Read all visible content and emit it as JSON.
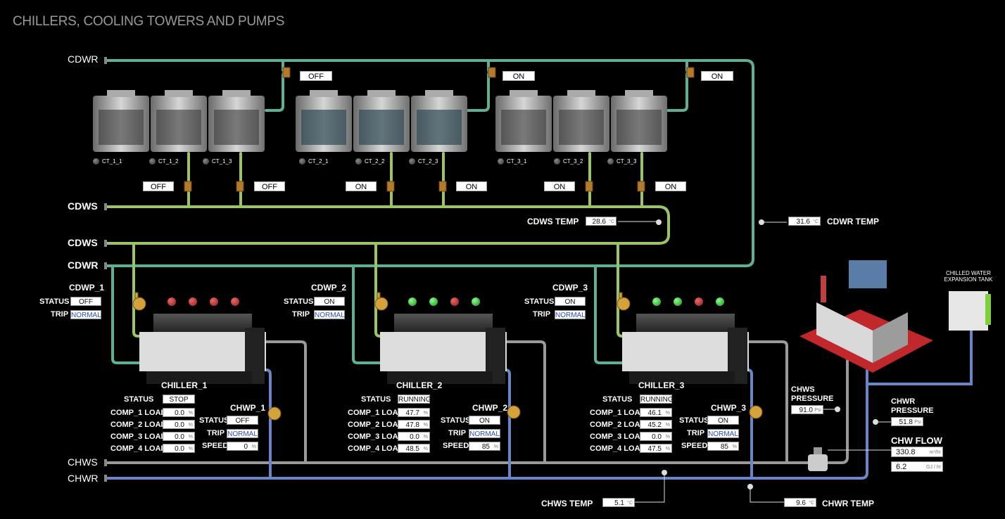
{
  "title": "CHILLERS, COOLING TOWERS AND PUMPS",
  "pipes": {
    "cdwr_top": "CDWR",
    "cdws_1": "CDWS",
    "cdws_2": "CDWS",
    "cdwr_mid": "CDWR",
    "chws": "CHWS",
    "chwr": "CHWR"
  },
  "cooling_tower_groups": [
    {
      "valve_state": "OFF",
      "towers": [
        "CT_1_1",
        "CT_1_2",
        "CT_1_3"
      ],
      "inlet_valves": [
        "OFF",
        "OFF"
      ]
    },
    {
      "valve_state": "ON",
      "towers": [
        "CT_2_1",
        "CT_2_2",
        "CT_2_3"
      ],
      "inlet_valves": [
        "ON",
        "ON"
      ]
    },
    {
      "valve_state": "ON",
      "towers": [
        "CT_3_1",
        "CT_3_2",
        "CT_3_3"
      ],
      "inlet_valves": [
        "ON",
        "ON"
      ]
    }
  ],
  "cdws_temp": {
    "label": "CDWS TEMP",
    "value": "28.6",
    "unit": "°C"
  },
  "cdwr_temp": {
    "label": "CDWR TEMP",
    "value": "31.6",
    "unit": "°C"
  },
  "cdw_pumps": [
    {
      "name": "CDWP_1",
      "status_label": "STATUS",
      "status": "OFF",
      "trip_label": "TRIP",
      "trip": "NORMAL"
    },
    {
      "name": "CDWP_2",
      "status_label": "STATUS",
      "status": "ON",
      "trip_label": "TRIP",
      "trip": "NORMAL"
    },
    {
      "name": "CDWP_3",
      "status_label": "STATUS",
      "status": "ON",
      "trip_label": "TRIP",
      "trip": "NORMAL"
    }
  ],
  "chillers": [
    {
      "name": "CHILLER_1",
      "status_label": "STATUS",
      "status": "STOP",
      "lamps": [
        "red",
        "red",
        "red",
        "red"
      ],
      "loads": [
        {
          "label": "COMP_1 LOAD",
          "value": "0.0"
        },
        {
          "label": "COMP_2 LOAD",
          "value": "0.0"
        },
        {
          "label": "COMP_3 LOAD",
          "value": "0.0"
        },
        {
          "label": "COMP_4 LOAD",
          "value": "0.0"
        }
      ],
      "load_unit": "%",
      "pump": {
        "name": "CHWP_1",
        "status_label": "STATUS",
        "status": "OFF",
        "trip_label": "TRIP",
        "trip": "NORMAL",
        "speed_label": "SPEED",
        "speed": "0",
        "speed_unit": "%"
      }
    },
    {
      "name": "CHILLER_2",
      "status_label": "STATUS",
      "status": "RUNNING",
      "lamps": [
        "green",
        "green",
        "red",
        "green"
      ],
      "loads": [
        {
          "label": "COMP_1 LOAD",
          "value": "47.7"
        },
        {
          "label": "COMP_2 LOAD",
          "value": "47.8"
        },
        {
          "label": "COMP_3 LOAD",
          "value": "0.0"
        },
        {
          "label": "COMP_4 LOAD",
          "value": "48.5"
        }
      ],
      "load_unit": "%",
      "pump": {
        "name": "CHWP_2",
        "status_label": "STATUS",
        "status": "ON",
        "trip_label": "TRIP",
        "trip": "NORMAL",
        "speed_label": "SPEED",
        "speed": "85",
        "speed_unit": "%"
      }
    },
    {
      "name": "CHILLER_3",
      "status_label": "STATUS",
      "status": "RUNNING",
      "lamps": [
        "green",
        "green",
        "red",
        "green"
      ],
      "loads": [
        {
          "label": "COMP_1 LOAD",
          "value": "46.1"
        },
        {
          "label": "COMP_2 LOAD",
          "value": "45.2"
        },
        {
          "label": "COMP_3 LOAD",
          "value": "0.0"
        },
        {
          "label": "COMP_4 LOAD",
          "value": "47.5"
        }
      ],
      "load_unit": "%",
      "pump": {
        "name": "CHWP_3",
        "status_label": "STATUS",
        "status": "ON",
        "trip_label": "TRIP",
        "trip": "NORMAL",
        "speed_label": "SPEED",
        "speed": "85",
        "speed_unit": "%"
      }
    }
  ],
  "chws_pressure": {
    "label_1": "CHWS",
    "label_2": "PRESSURE",
    "value": "91.0",
    "unit": "Psi"
  },
  "chwr_pressure": {
    "label_1": "CHWR",
    "label_2": "PRESSURE",
    "value": "51.8",
    "unit": "Psi"
  },
  "chw_flow": {
    "label": "CHW FLOW",
    "flow_value": "330.8",
    "flow_unit": "m³/hr",
    "energy_value": "6.2",
    "energy_unit": "GJ / hr"
  },
  "chws_temp": {
    "label": "CHWS TEMP",
    "value": "5.1",
    "unit": "°C"
  },
  "chwr_temp": {
    "label": "CHWR TEMP",
    "value": "9.6",
    "unit": "°C"
  },
  "expansion_tank": {
    "line_1": "CHILLED WATER",
    "line_2": "EXPANSION TANK"
  },
  "colors": {
    "cdwr_pipe": "#5fae98",
    "cdws_pipe": "#9ac36a",
    "chws_pipe": "#9a9a9a",
    "chwr_pipe": "#6b86c8",
    "lamp_green": "#2ecc2e",
    "lamp_red": "#b02828"
  }
}
